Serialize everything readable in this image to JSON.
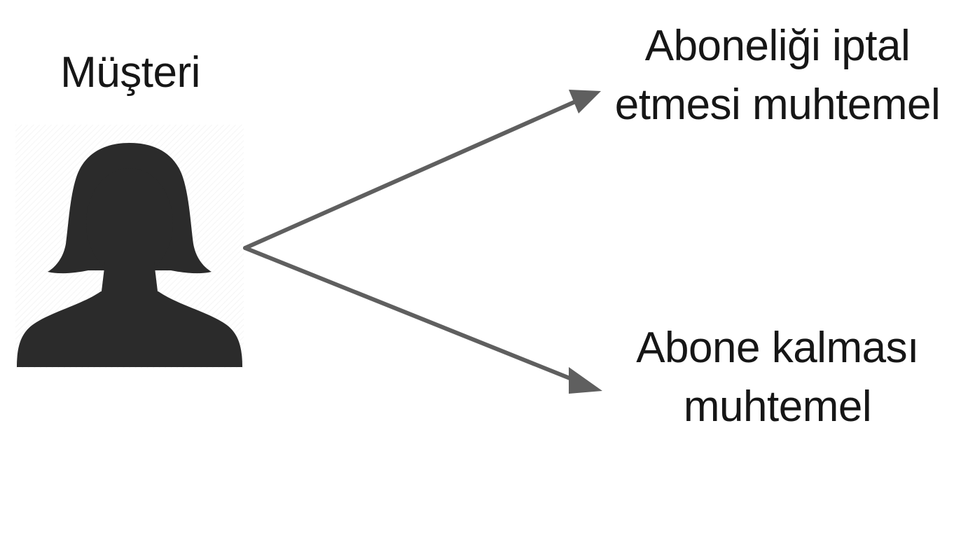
{
  "diagram": {
    "customer": {
      "label": "Müşteri",
      "icon": "person-silhouette-icon"
    },
    "outcomes": [
      {
        "lines": [
          "Aboneliği iptal",
          "etmesi muhtemel"
        ]
      },
      {
        "lines": [
          "Abone kalması",
          "muhtemel"
        ]
      }
    ],
    "colors": {
      "silhouette": "#2b2b2b",
      "arrow": "#5f5f5f",
      "text": "#161616",
      "background": "#ffffff"
    }
  }
}
